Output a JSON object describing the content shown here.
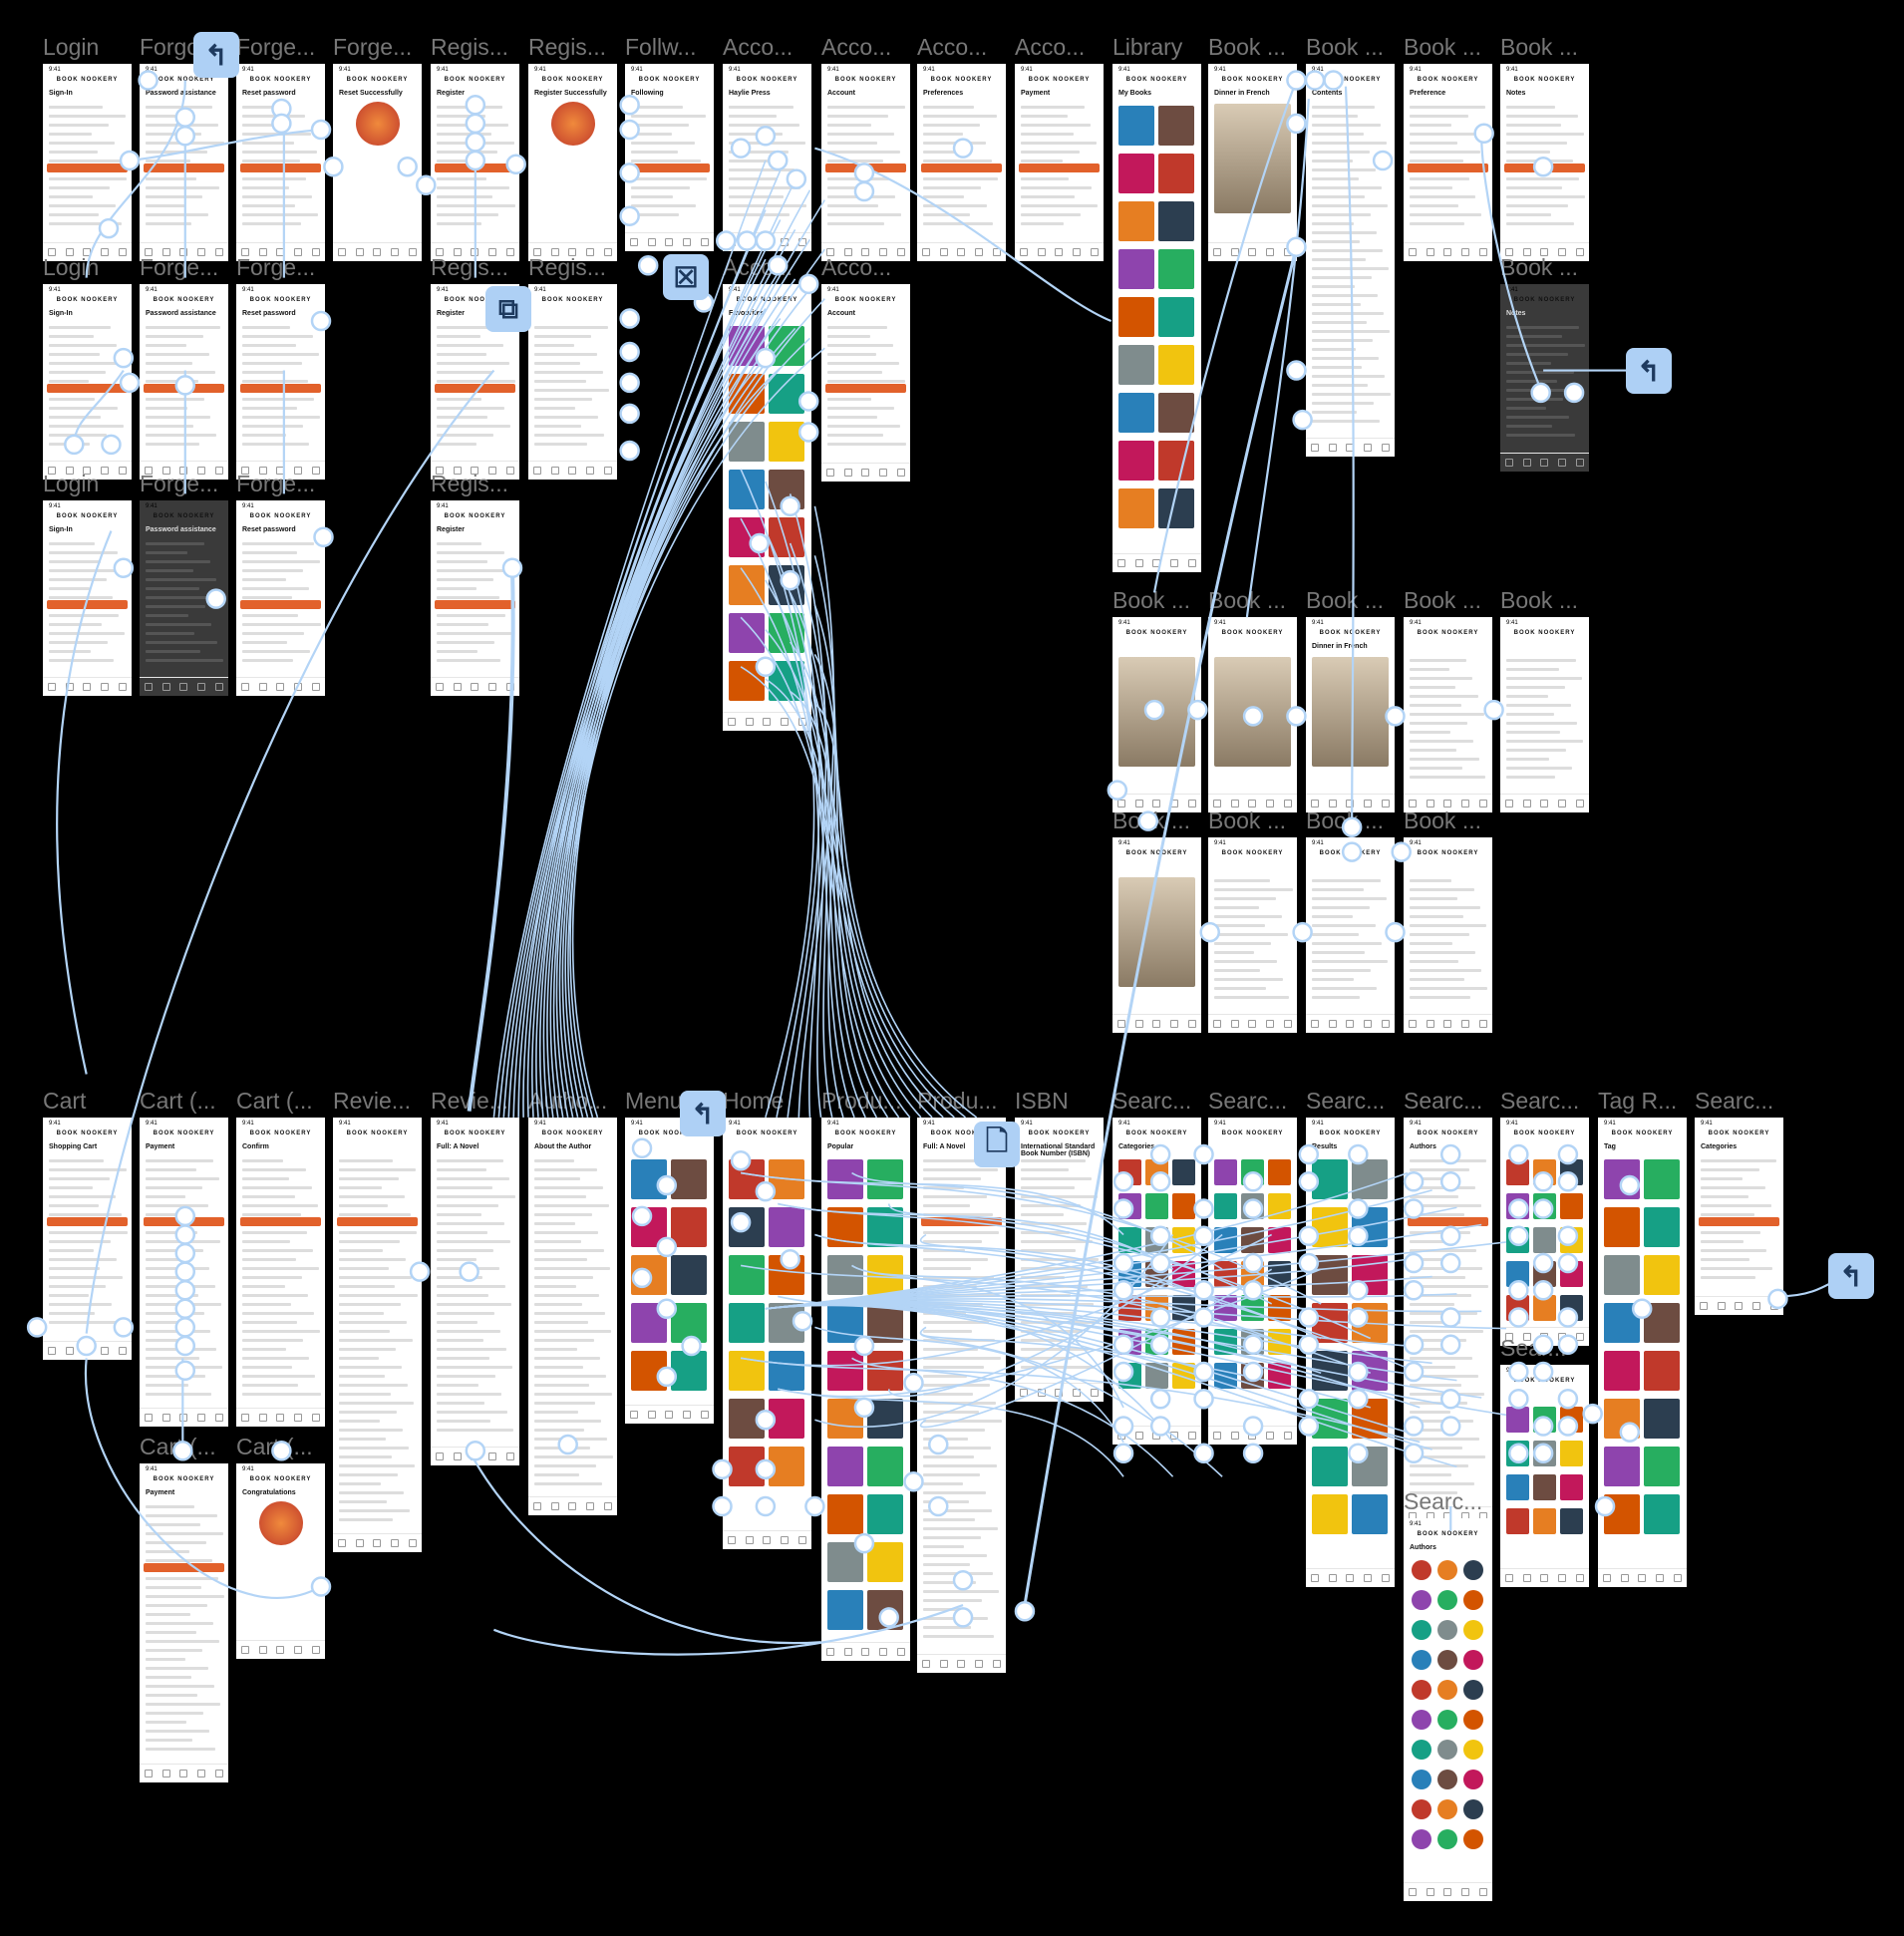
{
  "canvas": {
    "background": "#000000",
    "wire_color": "#b3d4f6",
    "accent": "#e2612b"
  },
  "brand": "BOOK NOOKERY",
  "frames": [
    {
      "label": "Login",
      "kind": "form",
      "title": "Sign-In"
    },
    {
      "label": "Forgo...",
      "kind": "form",
      "title": "Password assistance"
    },
    {
      "label": "Forge...",
      "kind": "form",
      "title": "Reset password"
    },
    {
      "label": "Forge...",
      "kind": "success",
      "title": "Reset Successfully"
    },
    {
      "label": "Regis...",
      "kind": "form",
      "title": "Register"
    },
    {
      "label": "Regis...",
      "kind": "success",
      "title": "Register Successfully"
    },
    {
      "label": "Follw...",
      "kind": "list",
      "title": "Following"
    },
    {
      "label": "Acco...",
      "kind": "profile",
      "title": "Haylie Press"
    },
    {
      "label": "Acco...",
      "kind": "form",
      "title": "Account"
    },
    {
      "label": "Acco...",
      "kind": "form",
      "title": "Preferences"
    },
    {
      "label": "Acco...",
      "kind": "form",
      "title": "Payment"
    },
    {
      "label": "Library",
      "kind": "covers",
      "title": "My Books"
    },
    {
      "label": "Book ...",
      "kind": "bookcover",
      "title": "Dinner in French"
    },
    {
      "label": "Book ...",
      "kind": "text",
      "title": "Contents"
    },
    {
      "label": "Book ...",
      "kind": "form",
      "title": "Preference"
    },
    {
      "label": "Book ...",
      "kind": "form",
      "title": "Notes"
    },
    {
      "label": "Login",
      "kind": "form",
      "title": "Sign-In"
    },
    {
      "label": "Forge...",
      "kind": "form",
      "title": "Password assistance"
    },
    {
      "label": "Forge...",
      "kind": "form",
      "title": "Reset password"
    },
    {
      "label": "Regis...",
      "kind": "form",
      "title": "Register"
    },
    {
      "label": "Regis...",
      "kind": "text",
      "title": ""
    },
    {
      "label": "Acco...",
      "kind": "covers",
      "title": "Favourites"
    },
    {
      "label": "Acco...",
      "kind": "form",
      "title": "Account"
    },
    {
      "label": "Book ...",
      "kind": "dark",
      "title": "Notes"
    },
    {
      "label": "Login",
      "kind": "form",
      "title": "Sign-In"
    },
    {
      "label": "Forge...",
      "kind": "dark",
      "title": "Password assistance"
    },
    {
      "label": "Forge...",
      "kind": "form",
      "title": "Reset password"
    },
    {
      "label": "Regis...",
      "kind": "form",
      "title": "Register"
    },
    {
      "label": "Book ...",
      "kind": "reader",
      "title": ""
    },
    {
      "label": "Book ...",
      "kind": "reader",
      "title": ""
    },
    {
      "label": "Book ...",
      "kind": "reader",
      "title": "Dinner in French"
    },
    {
      "label": "Book ...",
      "kind": "text",
      "title": ""
    },
    {
      "label": "Book ...",
      "kind": "text",
      "title": ""
    },
    {
      "label": "Book ...",
      "kind": "reader",
      "title": ""
    },
    {
      "label": "Book ...",
      "kind": "text",
      "title": ""
    },
    {
      "label": "Book ...",
      "kind": "text",
      "title": ""
    },
    {
      "label": "Book ...",
      "kind": "text",
      "title": ""
    },
    {
      "label": "Cart",
      "kind": "list",
      "title": "Shopping Cart"
    },
    {
      "label": "Cart (...",
      "kind": "form",
      "title": "Payment"
    },
    {
      "label": "Cart (...",
      "kind": "form",
      "title": "Confirm"
    },
    {
      "label": "Revie...",
      "kind": "list",
      "title": ""
    },
    {
      "label": "Revie...",
      "kind": "text",
      "title": "Full: A Novel"
    },
    {
      "label": "Autho...",
      "kind": "author",
      "title": "About the Author"
    },
    {
      "label": "Menu",
      "kind": "covers",
      "title": ""
    },
    {
      "label": "Home",
      "kind": "covers",
      "title": ""
    },
    {
      "label": "Produ...",
      "kind": "covers",
      "title": "Popular"
    },
    {
      "label": "Produ...",
      "kind": "product",
      "title": "Full: A Novel"
    },
    {
      "label": "ISBN",
      "kind": "text",
      "title": "International Standard Book Number (ISBN)"
    },
    {
      "label": "Searc...",
      "kind": "grid",
      "title": "Categories"
    },
    {
      "label": "Searc...",
      "kind": "grid",
      "title": ""
    },
    {
      "label": "Searc...",
      "kind": "covers",
      "title": "Results"
    },
    {
      "label": "Searc...",
      "kind": "list",
      "title": "Authors"
    },
    {
      "label": "Searc...",
      "kind": "grid",
      "title": ""
    },
    {
      "label": "Tag R...",
      "kind": "covers",
      "title": "Tag"
    },
    {
      "label": "Searc...",
      "kind": "form",
      "title": "Categories"
    },
    {
      "label": "Cart (...",
      "kind": "form",
      "title": "Payment"
    },
    {
      "label": "Cart (...",
      "kind": "success",
      "title": "Congratulations"
    },
    {
      "label": "Sear...",
      "kind": "grid",
      "title": ""
    },
    {
      "label": "Searc...",
      "kind": "authors",
      "title": "Authors"
    }
  ],
  "badges": [
    {
      "icon": "back-arrow-icon",
      "glyph": "↰"
    },
    {
      "icon": "duplicate-icon",
      "glyph": "⧉"
    },
    {
      "icon": "close-box-icon",
      "glyph": "☒"
    },
    {
      "icon": "back-arrow-icon",
      "glyph": "↰"
    },
    {
      "icon": "back-arrow-icon",
      "glyph": "↰"
    },
    {
      "icon": "document-icon",
      "glyph": "🗋"
    },
    {
      "icon": "back-arrow-icon",
      "glyph": "↰"
    }
  ]
}
